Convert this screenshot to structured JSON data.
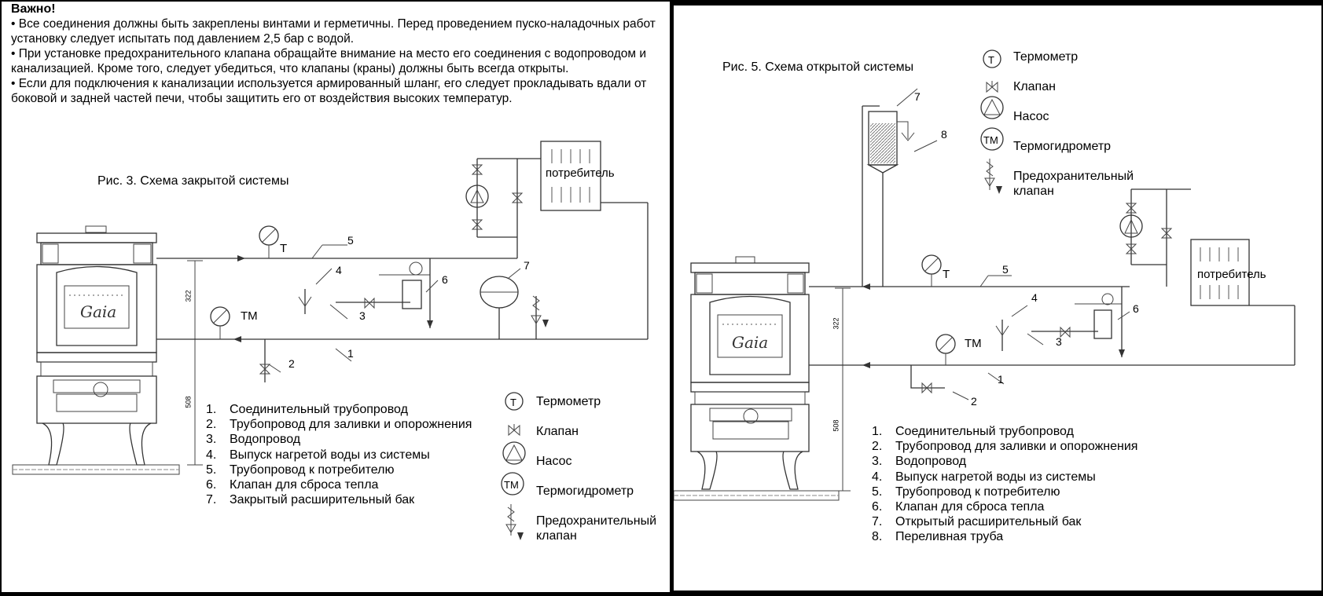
{
  "notes": {
    "heading": "Важно!",
    "bullets": [
      "• Все соединения должны быть закреплены винтами и герметичны. Перед проведением пуско-наладочных работ установку следует испытать под давлением 2,5 бар с водой.",
      "• При установке предохранительного клапана обращайте внимание на место его соединения с водопроводом и канализацией. Кроме того, следует убедиться, что клапаны (краны) должны быть всегда открыты.",
      "• Если для подключения к канализации используется армированный шланг, его следует прокладывать вдали от боковой и задней частей печи, чтобы защитить его от воздействия высоких температур."
    ]
  },
  "closed_system": {
    "caption": "Рис. 3. Схема закрытой системы",
    "consumer": "потребитель",
    "stove_brand": "Gaia",
    "dimensions": [
      "322",
      "508"
    ],
    "callouts": [
      "1",
      "2",
      "3",
      "4",
      "5",
      "6",
      "7"
    ],
    "thermometer_label": "T",
    "thermohydrometer_label": "TM",
    "legend": [
      {
        "n": "1.",
        "text": "Соединительный трубопровод"
      },
      {
        "n": "2.",
        "text": "Трубопровод для заливки и опорожнения"
      },
      {
        "n": "3.",
        "text": "Водопровод"
      },
      {
        "n": "4.",
        "text": "Выпуск нагретой воды из системы"
      },
      {
        "n": "5.",
        "text": "Трубопровод к потребителю"
      },
      {
        "n": "6.",
        "text": "Клапан для сброса тепла"
      },
      {
        "n": "7.",
        "text": "Закрытый расширительный бак"
      }
    ],
    "symbols": [
      {
        "icon": "thermometer-icon",
        "glyph": "T",
        "text": "Термометр"
      },
      {
        "icon": "valve-icon",
        "glyph": "",
        "text": "Клапан"
      },
      {
        "icon": "pump-icon",
        "glyph": "",
        "text": "Насос"
      },
      {
        "icon": "thermohydrometer-icon",
        "glyph": "TM",
        "text": "Термогидрометр"
      },
      {
        "icon": "safety-valve-icon",
        "glyph": "",
        "text": "Предохранительный клапан"
      }
    ]
  },
  "open_system": {
    "caption": "Рис. 5. Схема открытой системы",
    "consumer": "потребитель",
    "stove_brand": "Gaia",
    "dimensions": [
      "322",
      "508"
    ],
    "callouts": [
      "1",
      "2",
      "3",
      "4",
      "5",
      "6",
      "7",
      "8"
    ],
    "thermometer_label": "T",
    "thermohydrometer_label": "TM",
    "legend": [
      {
        "n": "1.",
        "text": "Соединительный трубопровод"
      },
      {
        "n": "2.",
        "text": "Трубопровод для заливки и опорожнения"
      },
      {
        "n": "3.",
        "text": "Водопровод"
      },
      {
        "n": "4.",
        "text": "Выпуск нагретой воды из системы"
      },
      {
        "n": "5.",
        "text": "Трубопровод к потребителю"
      },
      {
        "n": "6.",
        "text": "Клапан для сброса тепла"
      },
      {
        "n": "7.",
        "text": "Открытый расширительный бак"
      },
      {
        "n": "8.",
        "text": "Переливная труба"
      }
    ],
    "symbols": [
      {
        "icon": "thermometer-icon",
        "glyph": "T",
        "text": "Термометр"
      },
      {
        "icon": "valve-icon",
        "glyph": "",
        "text": "Клапан"
      },
      {
        "icon": "pump-icon",
        "glyph": "",
        "text": "Насос"
      },
      {
        "icon": "thermohydrometer-icon",
        "glyph": "TM",
        "text": "Термогидрометр"
      },
      {
        "icon": "safety-valve-icon",
        "glyph": "",
        "text": "Предохранительный клапан"
      }
    ]
  }
}
